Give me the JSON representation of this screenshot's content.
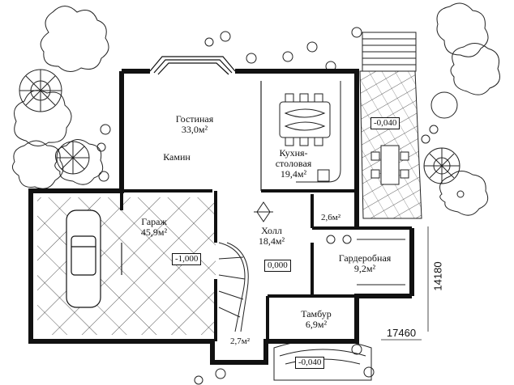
{
  "rooms": {
    "living": {
      "name": "Гостиная",
      "area": "33,0м²"
    },
    "fireplace": {
      "name": "Камин"
    },
    "kitchen": {
      "name_line1": "Кухня-",
      "name_line2": "столовая",
      "area": "19,4м²"
    },
    "garage": {
      "name": "Гараж",
      "area": "45,9м²"
    },
    "hall": {
      "name": "Холл",
      "area": "18,4м²"
    },
    "wardrobe": {
      "name": "Гардеробная",
      "area": "9,2м²"
    },
    "vestibule": {
      "name": "Тамбур",
      "area": "6,9м²"
    },
    "storage": {
      "area": "2,6м²"
    },
    "stair_room": {
      "area": "2,7м²"
    }
  },
  "levels": {
    "garage": "-1,000",
    "hall": "0,000",
    "terrace": "-0,040",
    "entrance": "-0,040"
  },
  "dimensions": {
    "width": "17460",
    "depth": "14180"
  },
  "colors": {
    "wall": "#111111",
    "hatch": "#222222",
    "line": "#333333"
  }
}
